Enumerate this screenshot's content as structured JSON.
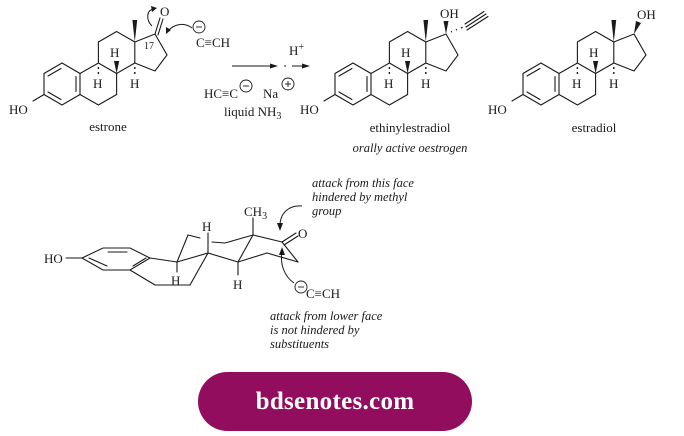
{
  "compounds": {
    "estrone": {
      "name": "estrone",
      "atoms": {
        "ho": "HO",
        "o": "O",
        "c17": "17",
        "h8": "H",
        "h9": "H",
        "h14": "H"
      }
    },
    "ethinylestradiol": {
      "name": "ethinylestradiol",
      "note": "orally active oestrogen",
      "atoms": {
        "ho": "HO",
        "oh": "OH",
        "h8": "H",
        "h9": "H",
        "h14": "H"
      }
    },
    "estradiol": {
      "name": "estradiol",
      "atoms": {
        "ho": "HO",
        "oh": "OH",
        "h8": "H",
        "h9": "H",
        "h14": "H"
      }
    }
  },
  "reaction": {
    "nucleophile": "C≡CH",
    "reagent_1": "HC≡C",
    "reagent_1_counterion": "Na",
    "solvent": "liquid NH",
    "solvent_subscript": "3",
    "step_2": "H",
    "step_2_superscript": "+",
    "charge_minus": "−",
    "charge_plus": "+"
  },
  "conformation": {
    "ho": "HO",
    "ch3": "CH",
    "ch3_subscript": "3",
    "o": "O",
    "h_top": "H",
    "h_c9": "H",
    "h_c14": "H",
    "nucleophile": "C≡CH",
    "upper_note": [
      "attack from this face",
      "hindered by methyl",
      "group"
    ],
    "lower_note": [
      "attack from lower face",
      "is not hindered by",
      "substituents"
    ]
  },
  "watermark": {
    "text": "bdsenotes.com",
    "color": "#930d5e"
  }
}
